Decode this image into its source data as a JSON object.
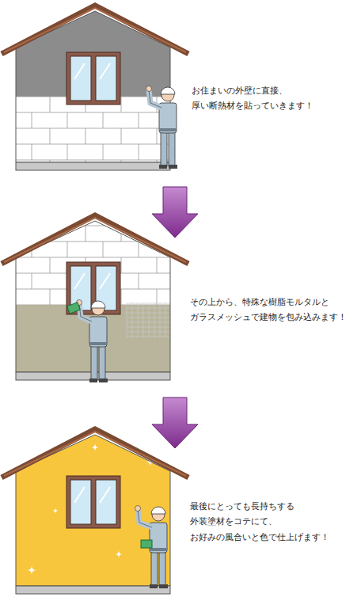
{
  "diagram": {
    "labels": [
      "お住まいの外壁に直接、 厚い断熱材を貼っていきます！",
      "その上から、特殊な樹脂モルタルと ガラスメッシュで建物を包み込みます！",
      "最後にとっても長持ちする 外装塗材をコテにて、 お好みの風合いと色で仕上げます！"
    ]
  }
}
